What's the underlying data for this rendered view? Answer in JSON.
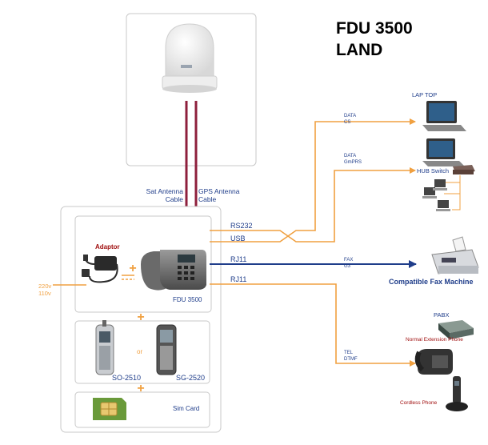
{
  "title": {
    "line1": "FDU 3500",
    "line2": "LAND"
  },
  "cables": {
    "sat": "Sat Antenna Cable",
    "gps": "GPS Antenna Cable"
  },
  "unit": {
    "adaptor": "Adaptor",
    "power_line1": "220v",
    "power_line2": "110v",
    "phone_label": "FDU 3500",
    "or": "or",
    "handset_a": "SO-2510",
    "handset_b": "SG-2520",
    "sim": "Sim Card"
  },
  "ports": {
    "rs232": "RS232",
    "usb": "USB",
    "rj11_fax": "RJ11",
    "rj11_tel": "RJ11"
  },
  "links": {
    "data_cs": {
      "line1": "DATA",
      "line2": "CS"
    },
    "data_gmprs": {
      "line1": "DATA",
      "line2": "GmPRS"
    },
    "fax": {
      "line1": "FAX",
      "line2": "G3"
    },
    "tel": {
      "line1": "TEL",
      "line2": "DTMF"
    }
  },
  "devices": {
    "laptop": "LAP TOP",
    "hub": "HUB Switch",
    "fax": "Compatible Fax Machine",
    "pabx": "PABX",
    "ext_phone": "Normal Extension Phone",
    "cordless": "Cordless Phone"
  },
  "colors": {
    "orange": "#f0a040",
    "blue": "#1f3d8a",
    "maroon": "#8e1f3c",
    "frame": "#c8c8c8"
  }
}
